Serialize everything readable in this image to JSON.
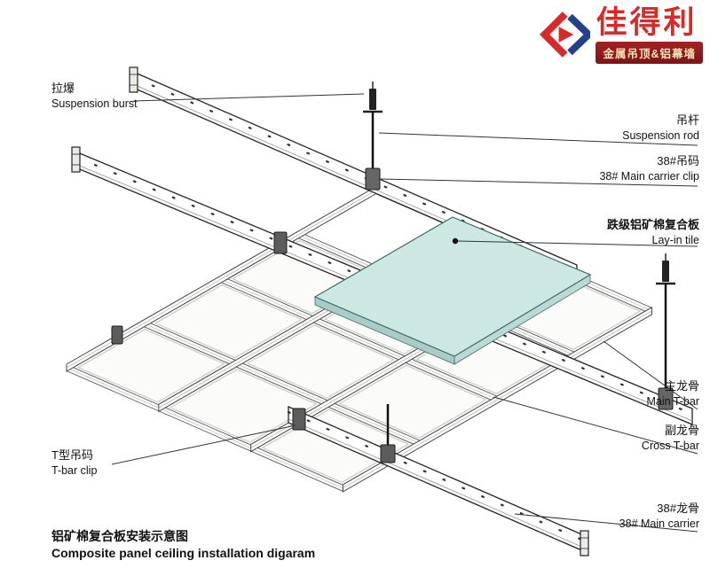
{
  "logo": {
    "brand_name": "佳得利",
    "tagline": "金属吊顶&铝幕墙",
    "brand_color": "#d62b28",
    "mark_icon": "diamond-chevron-mark",
    "mark_colors": {
      "red": "#d62b28",
      "blue": "#24418e"
    }
  },
  "labels": {
    "suspension_burst": {
      "zh": "拉爆",
      "en": "Suspension burst"
    },
    "suspension_rod": {
      "zh": "吊杆",
      "en": "Suspension rod"
    },
    "main_carrier_clip": {
      "zh": "38#吊码",
      "en": "38# Main carrier clip"
    },
    "lay_in_tile": {
      "zh": "跌级铝矿棉复合板",
      "en": "Lay-in tile"
    },
    "main_t_bar": {
      "zh": "主龙骨",
      "en": "Main T-bar"
    },
    "cross_t_bar": {
      "zh": "副龙骨",
      "en": "Cross T-bar"
    },
    "t_bar_clip": {
      "zh": "T型吊码",
      "en": "T-bar clip"
    },
    "main_carrier": {
      "zh": "38#龙骨",
      "en": "38# Main carrier"
    }
  },
  "title": {
    "zh": "铝矿棉复合板安装示意图",
    "en": "Composite panel ceiling installation digaram"
  },
  "diagram": {
    "tile_fill": "#cde7e3",
    "line_color": "#222222"
  }
}
